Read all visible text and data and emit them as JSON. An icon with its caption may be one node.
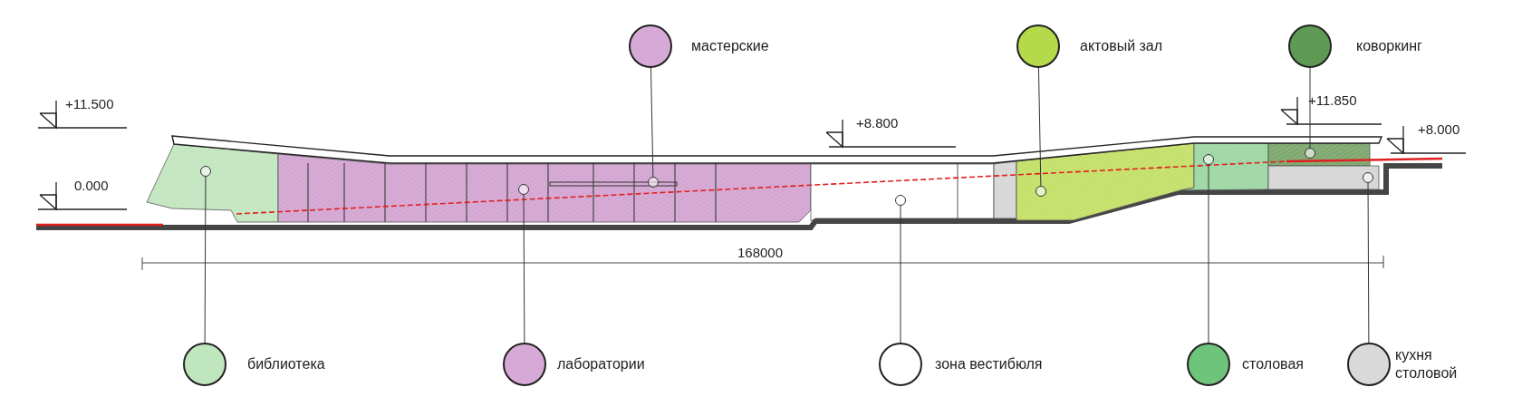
{
  "diagram": {
    "nodes": [
      {
        "text": [],
        "shape": "circle",
        "beside": [
          "мастерские"
        ]
      },
      {
        "text": [],
        "shape": "circle",
        "beside": [
          "актовый зал"
        ]
      },
      {
        "text": [],
        "shape": "circle",
        "beside": [
          "коворкинг"
        ]
      },
      {
        "text": [],
        "shape": "circle",
        "beside": [
          "библиотека"
        ]
      },
      {
        "text": [],
        "shape": "circle",
        "beside": [
          "лаборатории"
        ]
      },
      {
        "text": [],
        "shape": "circle",
        "beside": [
          "зона вестибюля"
        ]
      },
      {
        "text": [],
        "shape": "circle",
        "beside": [
          "столовая"
        ]
      },
      {
        "text": [],
        "shape": "circle",
        "beside": [
          "кухня столовой"
        ]
      },
      {
        "text": [],
        "shape": "circle"
      },
      {
        "text": [],
        "shape": "circle"
      },
      {
        "text": [],
        "shape": "circle"
      },
      {
        "text": [],
        "shape": "circle"
      },
      {
        "text": [],
        "shape": "circle"
      },
      {
        "text": [],
        "shape": "circle"
      },
      {
        "text": [],
        "shape": "circle"
      },
      {
        "text": [],
        "shape": "circle"
      }
    ],
    "edges": [
      {
        "from": 0,
        "to": 8,
        "arrow": "none"
      },
      {
        "from": 1,
        "to": 9,
        "arrow": "none"
      },
      {
        "from": 2,
        "to": 10,
        "arrow": "none"
      },
      {
        "from": 3,
        "to": 11,
        "arrow": "none"
      },
      {
        "from": 4,
        "to": 12,
        "arrow": "none"
      },
      {
        "from": 5,
        "to": 13,
        "arrow": "none"
      },
      {
        "from": 6,
        "to": 14,
        "arrow": "none"
      },
      {
        "from": 7,
        "to": 15,
        "arrow": "none"
      }
    ],
    "labels": [
      "+11.500",
      "0.000",
      "+8.800",
      "+11.850",
      "+8.000",
      "168000"
    ]
  }
}
